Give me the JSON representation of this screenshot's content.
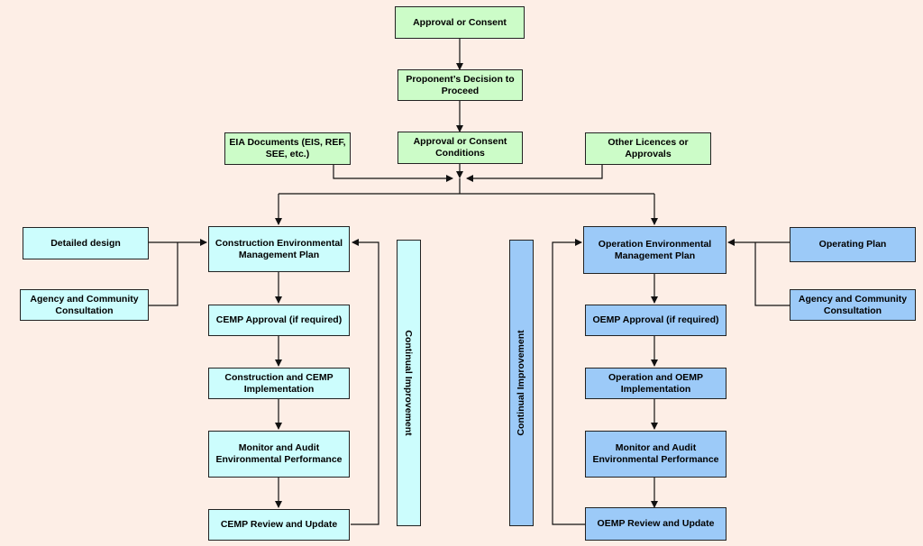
{
  "top": {
    "approval": "Approval or Consent",
    "decision": "Proponent’s Decision to Proceed",
    "conditions": "Approval or Consent Conditions",
    "eia": "EIA Documents (EIS, REF, SEE, etc.)",
    "licences": "Other Licences or Approvals"
  },
  "construction": {
    "detailed_design": "Detailed design",
    "agency": "Agency and Community Consultation",
    "plan": "Construction Environmental Management Plan",
    "approval": "CEMP Approval (if required)",
    "implementation": "Construction and CEMP Implementation",
    "monitor": "Monitor and Audit Environmental Performance",
    "review": "CEMP Review and Update",
    "continual": "Continual Improvement"
  },
  "operation": {
    "operating_plan": "Operating Plan",
    "agency": "Agency and Community Consultation",
    "plan": "Operation Environmental Management Plan",
    "approval": "OEMP Approval (if required)",
    "implementation": "Operation and OEMP Implementation",
    "monitor": "Monitor and Audit Environmental Performance",
    "review": "OEMP Review and Update",
    "continual": "Continual Improvement"
  },
  "colors": {
    "background": "#fdeee6",
    "top_boxes": "#ccfcc8",
    "construction_boxes": "#ccfdfd",
    "operation_boxes": "#9ccaf8"
  }
}
